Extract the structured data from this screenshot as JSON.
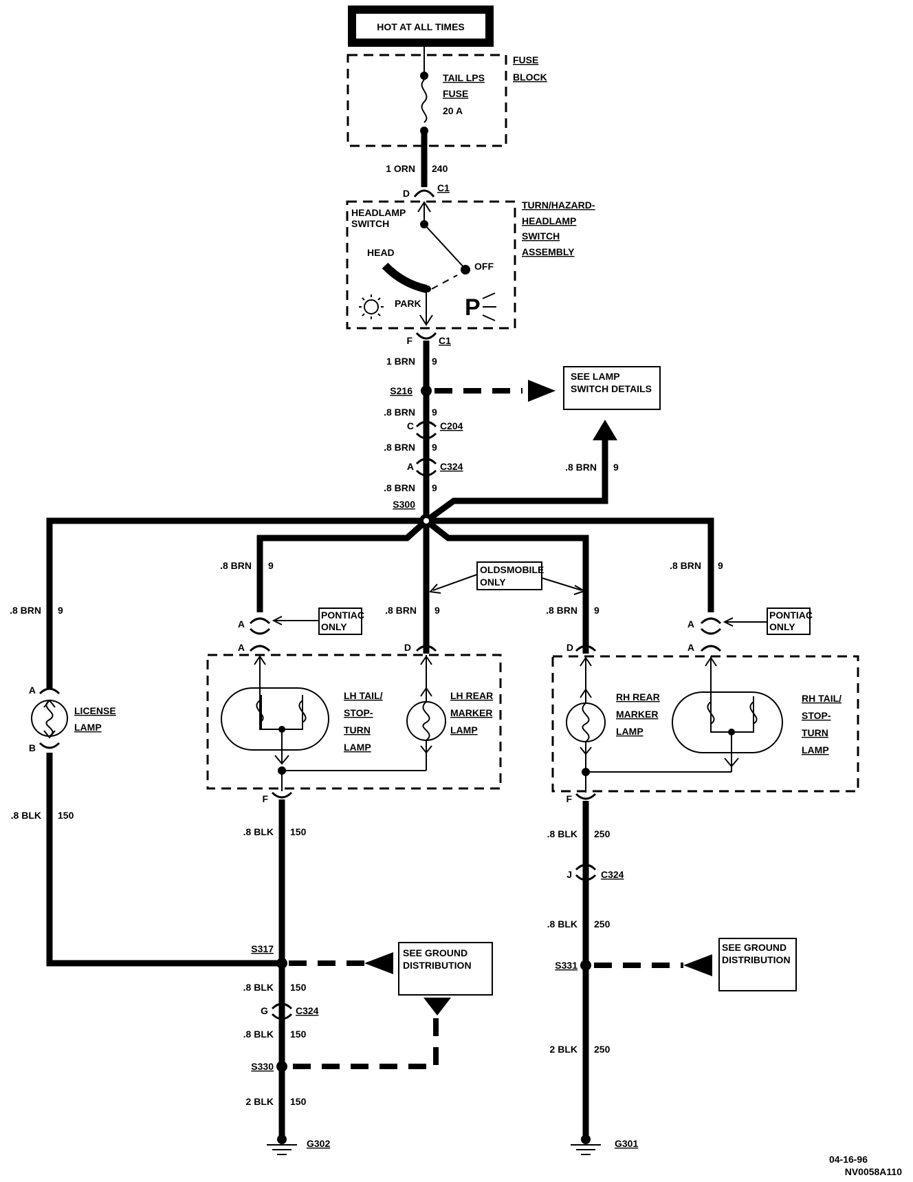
{
  "header": {
    "power": "HOT AT ALL TIMES"
  },
  "fuse_block": {
    "label1": "FUSE",
    "label2": "BLOCK",
    "fuse_name1": "TAIL LPS",
    "fuse_name2": "FUSE",
    "rating": "20 A"
  },
  "wire_top": {
    "size_color": "1 ORN",
    "circuit": "240"
  },
  "c1_top": {
    "pin": "D",
    "conn": "C1"
  },
  "switch": {
    "name1": "HEADLAMP",
    "name2": "SWITCH",
    "asm1": "TURN/HAZARD-",
    "asm2": "HEADLAMP",
    "asm3": "SWITCH",
    "asm4": "ASSEMBLY",
    "head": "HEAD",
    "off": "OFF",
    "park": "PARK",
    "p_symbol": "P"
  },
  "c1_bottom": {
    "pin": "F",
    "conn": "C1"
  },
  "wires": {
    "w1_brn": "1 BRN",
    "w1_num": "9",
    "s216": "S216",
    "w2": ".8 BRN",
    "w2_num": "9",
    "c204_pin": "C",
    "c204": "C204",
    "w3": ".8 BRN",
    "w3_num": "9",
    "c324_pin": "A",
    "c324": "C324",
    "w4": ".8 BRN",
    "w4_num": "9",
    "s300": "S300",
    "up_branch": ".8 BRN",
    "up_branch_num": "9"
  },
  "see_lamp": {
    "line1": "SEE LAMP",
    "line2": "SWITCH DETAILS"
  },
  "olds_note": {
    "line1": "OLDSMOBILE",
    "line2": "ONLY"
  },
  "pontiac_note": {
    "line1": "PONTIAC",
    "line2": "ONLY"
  },
  "branch_labels": {
    "license_wire": ".8 BRN",
    "license_num": "9",
    "lh_tail_wire": ".8 BRN",
    "lh_tail_num": "9",
    "lh_marker_wire": ".8 BRN",
    "lh_marker_num": "9",
    "rh_marker_wire": ".8 BRN",
    "rh_marker_num": "9",
    "rh_tail_wire": ".8 BRN",
    "rh_tail_num": "9"
  },
  "pins": {
    "a": "A",
    "b": "B",
    "d": "D",
    "f": "F",
    "g": "G",
    "j": "J"
  },
  "license": {
    "line1": "LICENSE",
    "line2": "LAMP"
  },
  "lh_tail": {
    "line1": "LH TAIL/",
    "line2": "STOP-",
    "line3": "TURN",
    "line4": "LAMP"
  },
  "lh_marker": {
    "line1": "LH REAR",
    "line2": "MARKER",
    "line3": "LAMP"
  },
  "rh_marker": {
    "line1": "RH REAR",
    "line2": "MARKER",
    "line3": "LAMP"
  },
  "rh_tail": {
    "line1": "RH TAIL/",
    "line2": "STOP-",
    "line3": "TURN",
    "line4": "LAMP"
  },
  "ground_left": {
    "license_ground": ".8 BLK",
    "license_ground_num": "150",
    "lh_ground": ".8 BLK",
    "lh_ground_num": "150",
    "s317": "S317",
    "w_after_s317": ".8 BLK",
    "w_after_s317_num": "150",
    "c324": "C324",
    "w_after_c324": ".8 BLK",
    "w_after_c324_num": "150",
    "s330": "S330",
    "w_final": "2 BLK",
    "w_final_num": "150",
    "g": "G302"
  },
  "ground_right": {
    "w1": ".8 BLK",
    "w1_num": "250",
    "c324": "C324",
    "w2": ".8 BLK",
    "w2_num": "250",
    "s331": "S331",
    "w_final": "2 BLK",
    "w_final_num": "250",
    "g": "G301"
  },
  "see_ground": {
    "line1": "SEE GROUND",
    "line2": "DISTRIBUTION"
  },
  "footer": {
    "date": "04-16-96",
    "code": "NV0058A110"
  }
}
